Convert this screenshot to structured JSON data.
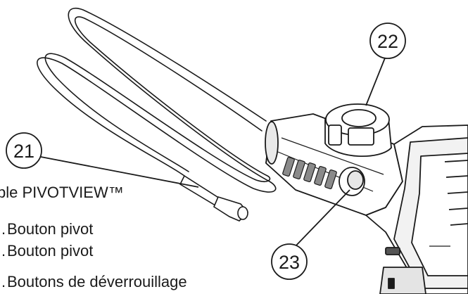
{
  "callouts": [
    {
      "id": "21"
    },
    {
      "id": "22"
    },
    {
      "id": "23"
    }
  ],
  "legend": [
    {
      "text": "ble PIVOTVIEW™"
    },
    {
      "text": "Bouton pivot"
    },
    {
      "text": "Bouton pivot"
    },
    {
      "text": "Boutons de déverrouillage"
    }
  ],
  "colors": {
    "stroke": "#1a1a1a",
    "shade": "#6e6e6e",
    "background": "#ffffff"
  }
}
